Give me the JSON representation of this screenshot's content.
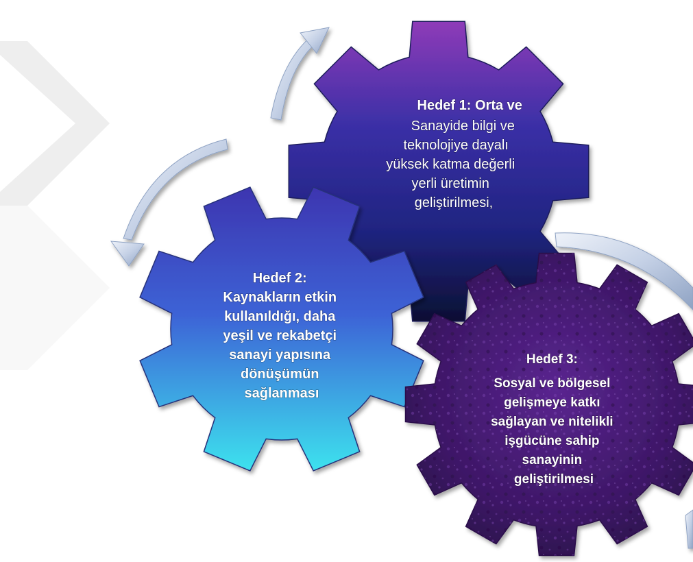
{
  "colors": {
    "gear1_top": "#8e3bb8",
    "gear1_mid": "#2a2f8f",
    "gear1_bottom": "#0c0f33",
    "gear2_top": "#3d35b0",
    "gear2_mid": "#3c63d6",
    "gear2_bottom": "#3ee2ee",
    "gear3_base": "#3d1766",
    "gear3_light": "#6a2f9e",
    "arrow_light": "#dfe7f4",
    "arrow_dark": "#93a6c6",
    "watermark": "#eeeeee"
  },
  "goals": [
    {
      "id": "hedef-1",
      "heading": "Hedef 1: Orta ve",
      "lines": [
        "Sanayide bilgi ve",
        "teknolojiye dayalı",
        "yüksek katma değerli",
        "yerli üretimin",
        "geliştirilmesi,"
      ]
    },
    {
      "id": "hedef-2",
      "heading": "Hedef 2:",
      "lines": [
        "Kaynakların etkin",
        "kullanıldığı, daha",
        "yeşil ve rekabetçi",
        "sanayi yapısına",
        "dönüşümün",
        "sağlanması"
      ]
    },
    {
      "id": "hedef-3",
      "heading": "Hedef 3:",
      "lines": [
        "Sosyal ve bölgesel",
        "gelişmeye katkı",
        "sağlayan ve nitelikli",
        "işgücüne sahip",
        "sanayinin",
        "geliştirilmesi"
      ]
    }
  ]
}
